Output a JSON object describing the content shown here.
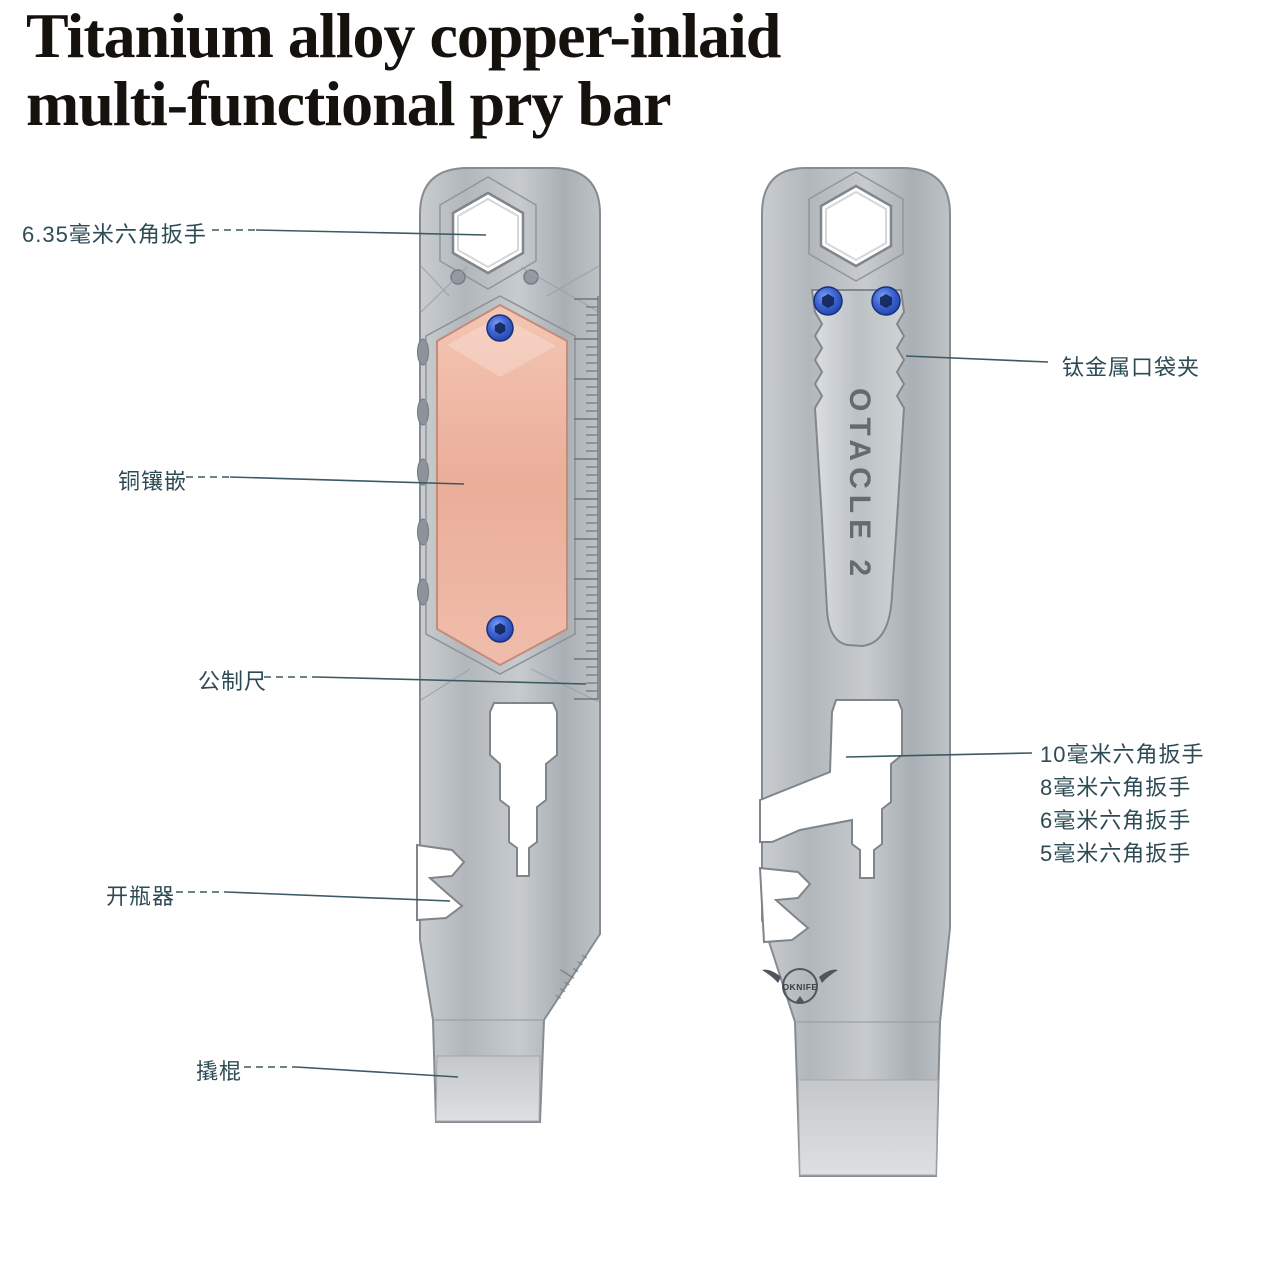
{
  "title": {
    "line1": "Titanium alloy copper-inlaid",
    "line2": "multi-functional pry bar"
  },
  "callouts": {
    "hex_635": {
      "label": "6.35毫米六角扳手"
    },
    "copper_inlay": {
      "label": "铜镶嵌"
    },
    "metric_ruler": {
      "label": "公制尺"
    },
    "bottle_opener": {
      "label": "开瓶器"
    },
    "pry_bar": {
      "label": "撬棍"
    },
    "pocket_clip": {
      "label": "钛金属口袋夹"
    },
    "hex_sizes": {
      "items": [
        "10毫米六角扳手",
        "8毫米六角扳手",
        "6毫米六角扳手",
        "5毫米六角扳手"
      ]
    }
  },
  "product": {
    "clip_engraving": "OTACLE 2",
    "logo_text": "OKNIFE"
  },
  "colors": {
    "background": "#ffffff",
    "title_text": "#15110c",
    "label_text": "#2e4b55",
    "callout_line": "#3c5a64",
    "titanium_body": "#b9bec2",
    "copper_inlay": "#eab2a0",
    "anodized_screw_blue": "#2f55c0",
    "clip_metal": "#c9cdd0"
  }
}
